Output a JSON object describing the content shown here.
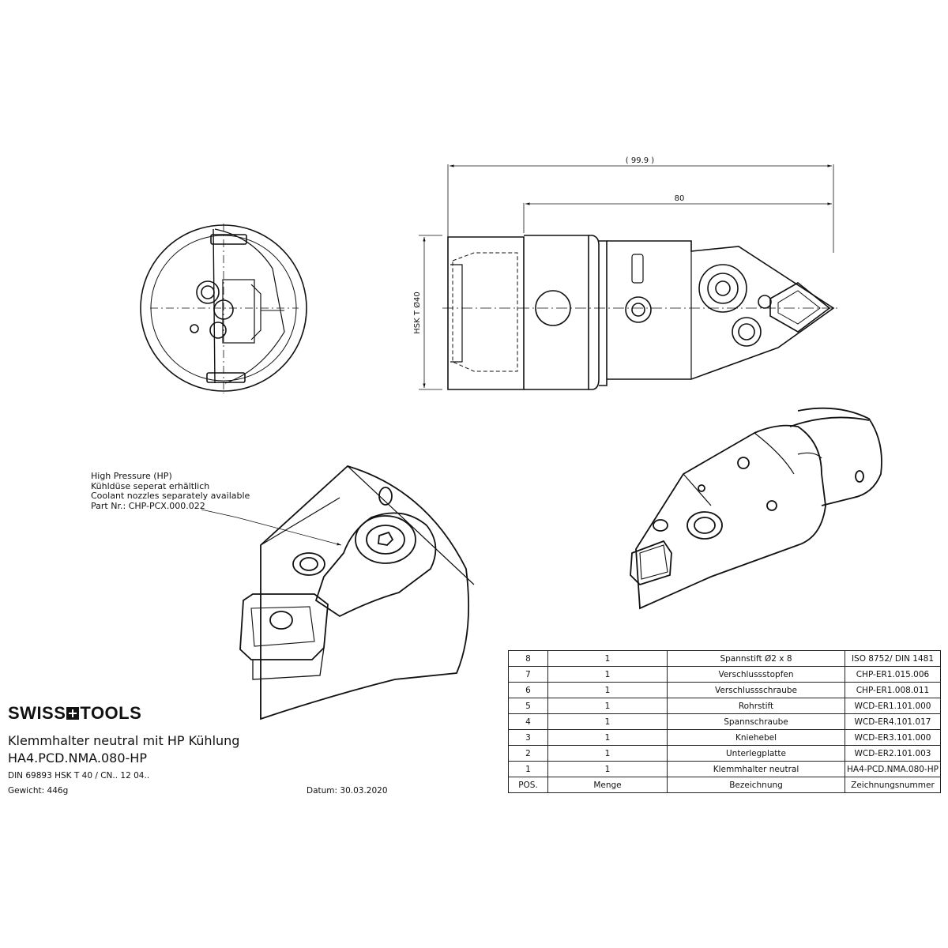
{
  "dimensions": {
    "overall_length": "( 99.9 )",
    "length_80": "80",
    "hsk_label": "HSK T  Ø40"
  },
  "callout": {
    "line1": "High Pressure (HP)",
    "line2": "Kühldüse seperat erhältlich",
    "line3": "Coolant nozzles separately available",
    "line4": "Part Nr.: CHP-PCX.000.022"
  },
  "title_block": {
    "brand_left": "SWISS",
    "brand_right": "TOOLS",
    "title": "Klemmhalter neutral mit HP Kühlung",
    "part_number": "HA4.PCD.NMA.080-HP",
    "standard": "DIN 69893 HSK T 40 / CN.. 12 04..",
    "weight": "Gewicht: 446g",
    "date": "Datum: 30.03.2020"
  },
  "bom": {
    "header": [
      "POS.",
      "Menge",
      "Bezeichnung",
      "Zeichnungsnummer"
    ],
    "rows": [
      [
        "8",
        "1",
        "Spannstift Ø2 x 8",
        "ISO 8752/ DIN 1481"
      ],
      [
        "7",
        "1",
        "Verschlussstopfen",
        "CHP-ER1.015.006"
      ],
      [
        "6",
        "1",
        "Verschlussschraube",
        "CHP-ER1.008.011"
      ],
      [
        "5",
        "1",
        "Rohrstift",
        "WCD-ER1.101.000"
      ],
      [
        "4",
        "1",
        "Spannschraube",
        "WCD-ER4.101.017"
      ],
      [
        "3",
        "1",
        "Kniehebel",
        "WCD-ER3.101.000"
      ],
      [
        "2",
        "1",
        "Unterlegplatte",
        "WCD-ER2.101.003"
      ],
      [
        "1",
        "1",
        "Klemmhalter neutral",
        "HA4-PCD.NMA.080-HP"
      ]
    ]
  }
}
